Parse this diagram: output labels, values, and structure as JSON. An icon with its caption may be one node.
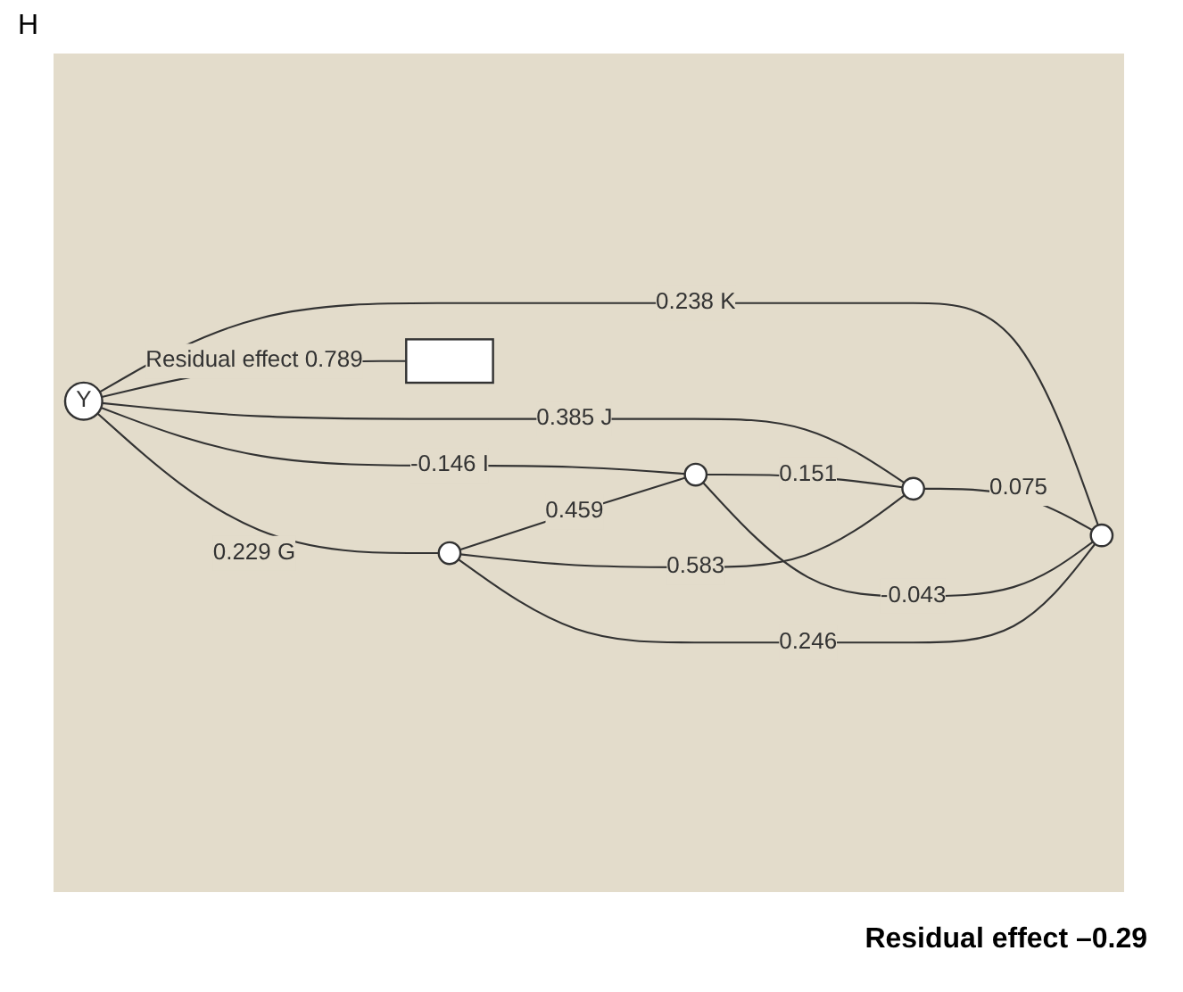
{
  "diagram": {
    "title": "H",
    "nodes": [
      {
        "text": [
          "Y"
        ]
      },
      {
        "text": [],
        "shape": "circle"
      },
      {
        "text": [],
        "shape": "circle"
      },
      {
        "text": [],
        "shape": "circle"
      },
      {
        "text": [],
        "shape": "circle"
      },
      {
        "text": [],
        "shape": "box"
      }
    ],
    "edges": [
      {
        "from": 0,
        "to": 1,
        "arrow": "none",
        "label": "0.229 G"
      },
      {
        "from": 0,
        "to": 2,
        "arrow": "none",
        "label": "-0.146 I"
      },
      {
        "from": 0,
        "to": 3,
        "arrow": "none",
        "label": "0.385 J"
      },
      {
        "from": 0,
        "to": 4,
        "arrow": "none",
        "label": "0.238 K"
      },
      {
        "from": 0,
        "to": 5,
        "arrow": "none",
        "label": "Residual effect 0.789"
      },
      {
        "from": 1,
        "to": 2,
        "arrow": "none",
        "label": "0.459"
      },
      {
        "from": 2,
        "to": 3,
        "arrow": "none",
        "label": "0.151"
      },
      {
        "from": 3,
        "to": 4,
        "arrow": "none",
        "label": "0.075"
      },
      {
        "from": 1,
        "to": 3,
        "arrow": "none",
        "label": "0.583"
      },
      {
        "from": 2,
        "to": 4,
        "arrow": "none",
        "label": "-0.043"
      },
      {
        "from": 1,
        "to": 4,
        "arrow": "none",
        "label": "0.246"
      }
    ],
    "labels": [
      "Residual effect –0.29"
    ]
  }
}
